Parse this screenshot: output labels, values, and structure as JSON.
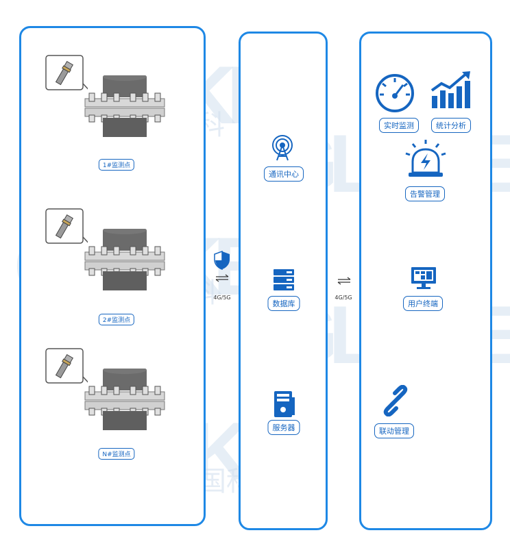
{
  "watermark": {
    "letters": "GLOKE",
    "chinese": "国科"
  },
  "monitoring_points": [
    {
      "label": "1#监测点"
    },
    {
      "label": "2#监测点"
    },
    {
      "label": "N#监测点"
    }
  ],
  "middle_nodes": [
    {
      "label": "通讯中心",
      "icon": "antenna-icon"
    },
    {
      "label": "数据库",
      "icon": "database-icon"
    },
    {
      "label": "服务器",
      "icon": "server-icon"
    }
  ],
  "right_nodes": [
    {
      "label": "实时监测",
      "icon": "gauge-icon"
    },
    {
      "label": "统计分析",
      "icon": "bar-chart-icon"
    },
    {
      "label": "告警管理",
      "icon": "alarm-icon"
    },
    {
      "label": "用户终端",
      "icon": "terminal-icon"
    },
    {
      "label": "联动管理",
      "icon": "link-icon"
    }
  ],
  "connections": [
    {
      "label": "4G/5G"
    },
    {
      "label": "4G/5G"
    }
  ],
  "colors": {
    "accent": "#1e88e5",
    "accent_dark": "#1565c0",
    "orange_watermark": "#f6c08a"
  }
}
